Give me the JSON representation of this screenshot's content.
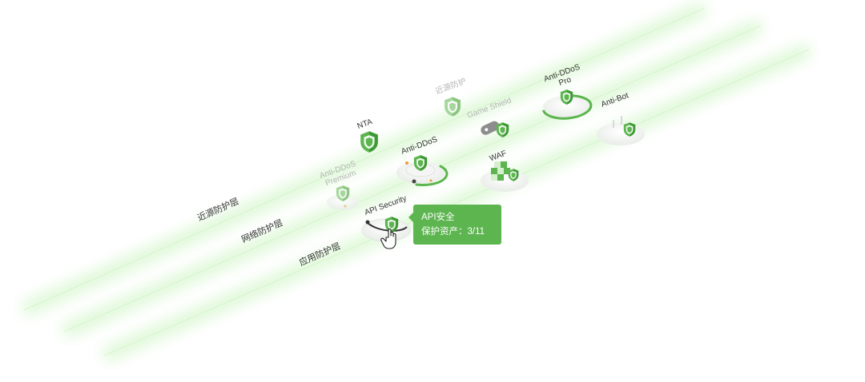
{
  "layers": [
    {
      "id": "source",
      "label": "近源防护层"
    },
    {
      "id": "network",
      "label": "网络防护层"
    },
    {
      "id": "application",
      "label": "应用防护层"
    }
  ],
  "nodes": {
    "nta": {
      "label": "NTA",
      "state": "active"
    },
    "near_source": {
      "label": "近源防护",
      "state": "inactive"
    },
    "anti_ddos_premium": {
      "label_line1": "Anti-DDoS",
      "label_line2": "Premium",
      "state": "inactive"
    },
    "anti_ddos": {
      "label": "Anti-DDoS",
      "state": "active"
    },
    "game_shield": {
      "label": "Game Shield",
      "state": "inactive"
    },
    "anti_ddos_pro": {
      "label_line1": "Anti-DDoS",
      "label_line2": "Pro",
      "state": "active"
    },
    "anti_bot": {
      "label": "Anti-Bot",
      "state": "active"
    },
    "waf": {
      "label": "WAF",
      "state": "active"
    },
    "api_security": {
      "label": "API Security",
      "state": "selected"
    }
  },
  "tooltip": {
    "title": "API安全",
    "detail": "保护资产：3/11"
  },
  "colors": {
    "accent_green": "#5cb54f",
    "glow_green": "#b8f0a8",
    "label_dark": "#333333",
    "label_muted": "#b5b5b5"
  },
  "icons": [
    "shield-icon",
    "hand-pointer-icon",
    "checker-block-icon",
    "toggle-icon"
  ]
}
